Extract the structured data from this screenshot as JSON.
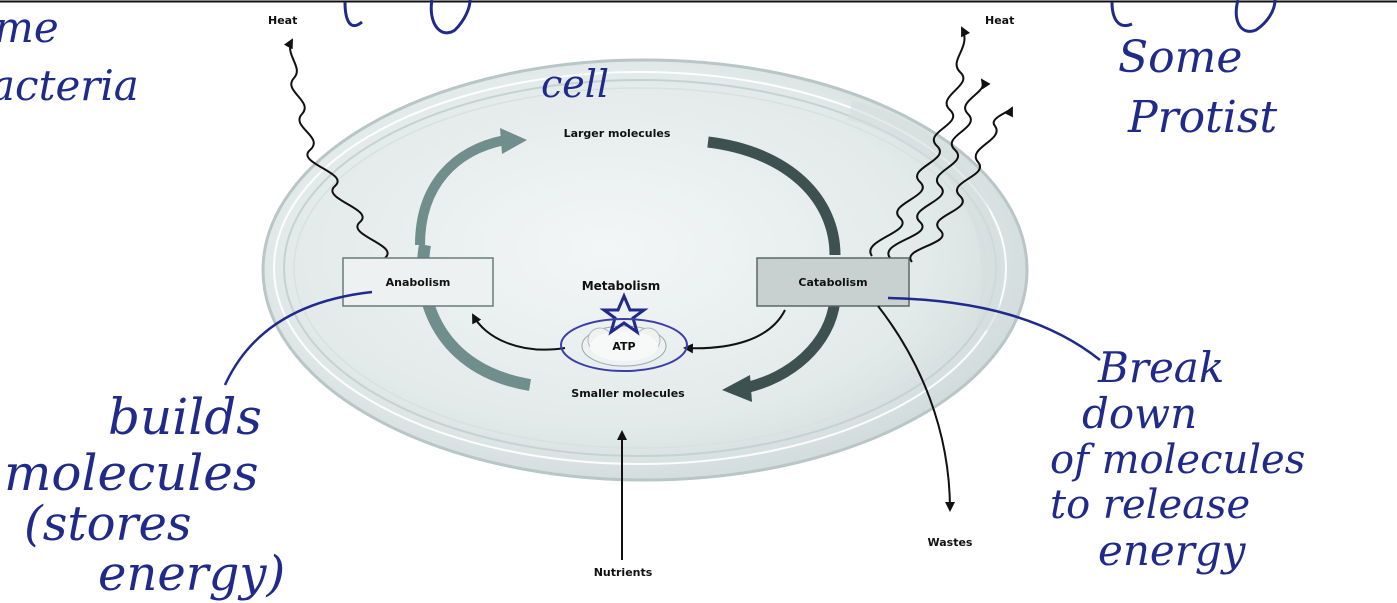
{
  "diagram": {
    "labels": {
      "heat_left": "Heat",
      "heat_right": "Heat",
      "larger_molecules": "Larger molecules",
      "smaller_molecules": "Smaller molecules",
      "anabolism": "Anabolism",
      "catabolism": "Catabolism",
      "metabolism": "Metabolism",
      "atp": "ATP",
      "nutrients": "Nutrients",
      "wastes": "Wastes"
    },
    "handwriting": {
      "cell": "cell",
      "top_left_1": "me",
      "top_left_2": "acteria",
      "top_right_1": "Some",
      "top_right_2": "Protist",
      "builds_1": "builds",
      "builds_2": "molecules",
      "builds_3": "(stores",
      "builds_4": "energy)",
      "break_1": "Break",
      "break_2": "down",
      "break_3": "of molecules",
      "break_4": "to release",
      "break_5": "energy"
    },
    "colors": {
      "ink": "#1f2a8a",
      "cell_fill": "#e4ebeb",
      "cell_ring": "#c7d3d3",
      "anabolic_arrow": "#6f8e8c",
      "catabolic_arrow": "#3d5250",
      "box_left": "#eef1f1",
      "box_right": "#c9d0d0"
    }
  }
}
